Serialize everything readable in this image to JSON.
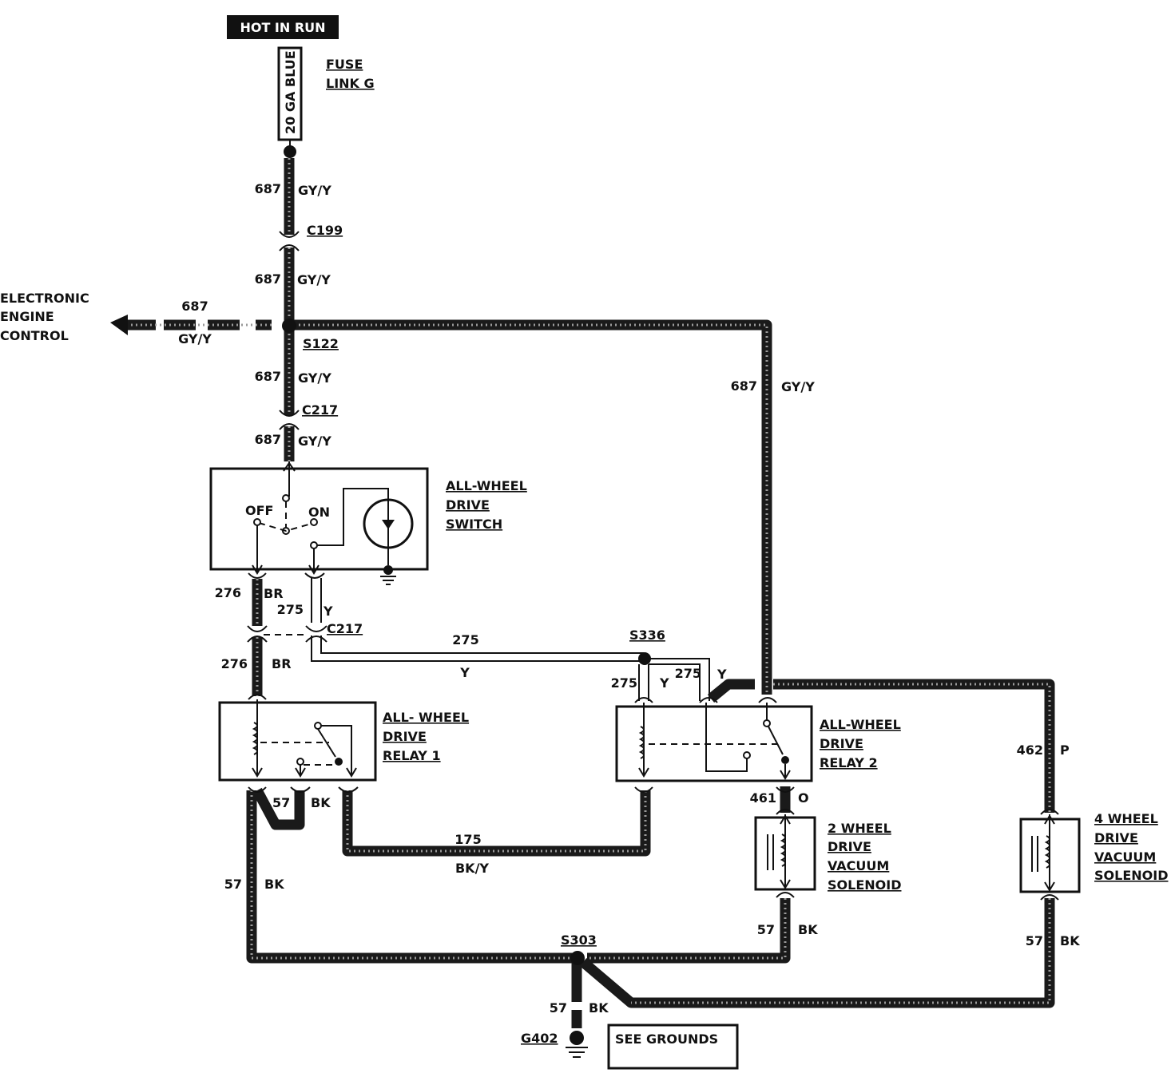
{
  "power": {
    "label": "HOT IN RUN"
  },
  "fuse": {
    "rating": "20 GA BLUE",
    "name_line1": "FUSE",
    "name_line2": "LINK G"
  },
  "wires": {
    "w687": "687",
    "gyy": "GY/Y",
    "w276": "276",
    "br": "BR",
    "w275": "275",
    "y": "Y",
    "w175": "175",
    "bky": "BK/Y",
    "w57": "57",
    "bk": "BK",
    "w461": "461",
    "o": "O",
    "w462": "462",
    "p": "P"
  },
  "connectors": {
    "c199": "C199",
    "c217": "C217",
    "c217b": "C217"
  },
  "splices": {
    "s122": "S122",
    "s336": "S336",
    "s303": "S303"
  },
  "ground": {
    "g402": "G402",
    "see_grounds": "SEE GROUNDS"
  },
  "eec": {
    "line1": "ELECTRONIC",
    "line2": "ENGINE",
    "line3": "CONTROL"
  },
  "components": {
    "switch": {
      "line1": "ALL-WHEEL",
      "line2": "DRIVE",
      "line3": "SWITCH",
      "off": "OFF",
      "on": "ON"
    },
    "relay1": {
      "line1": "ALL- WHEEL",
      "line2": "DRIVE",
      "line3": "RELAY 1"
    },
    "relay2": {
      "line1": "ALL-WHEEL",
      "line2": "DRIVE",
      "line3": "RELAY 2"
    },
    "sol2wd": {
      "line1": "2 WHEEL",
      "line2": "DRIVE",
      "line3": "VACUUM",
      "line4": "SOLENOID"
    },
    "sol4wd": {
      "line1": "4 WHEEL",
      "line2": "DRIVE",
      "line3": "VACUUM",
      "line4": "SOLENOID"
    }
  }
}
